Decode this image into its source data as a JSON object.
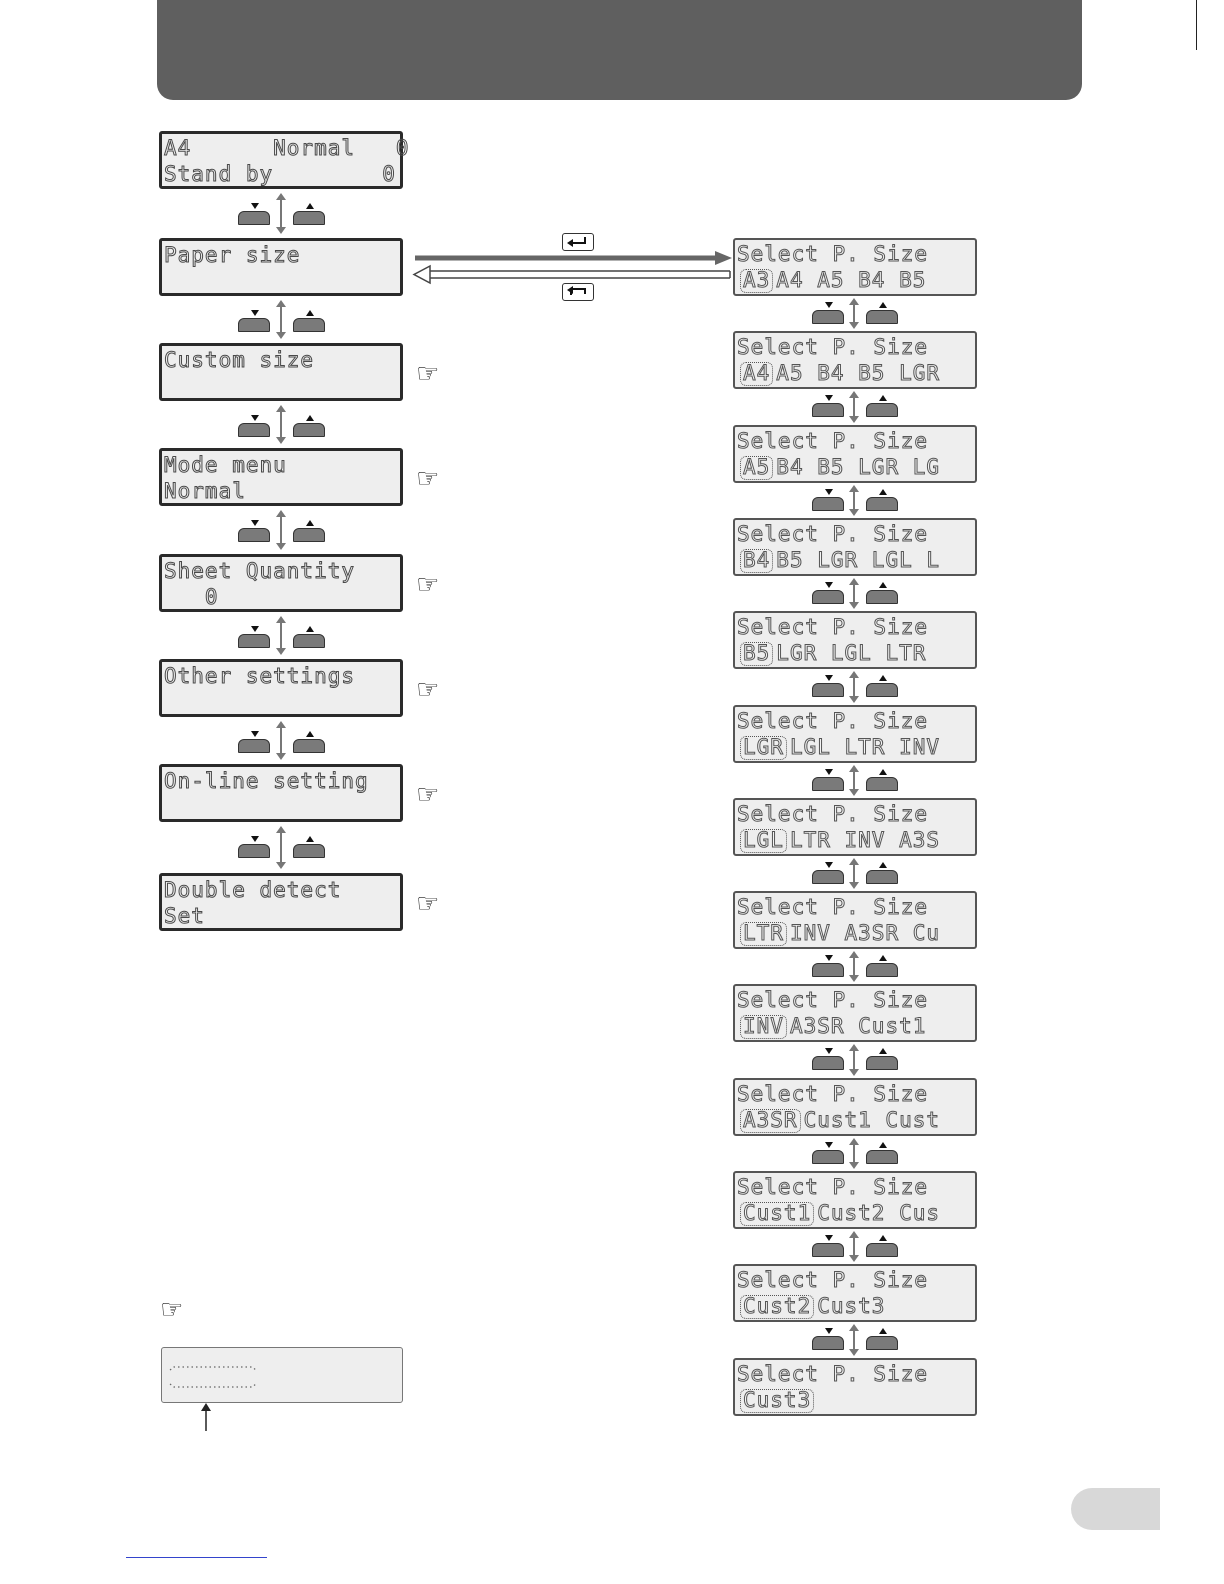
{
  "left_menu": [
    {
      "line1": "A4      Normal   0",
      "line2": "Stand by        0"
    },
    {
      "line1": "Paper size",
      "line2": ""
    },
    {
      "line1": "Custom size",
      "line2": ""
    },
    {
      "line1": "Mode menu",
      "line2": "Normal"
    },
    {
      "line1": "Sheet Quantity",
      "line2": "   0"
    },
    {
      "line1": "Other settings",
      "line2": ""
    },
    {
      "line1": "On-line setting",
      "line2": ""
    },
    {
      "line1": "Double detect",
      "line2": "Set"
    }
  ],
  "right_screens": [
    {
      "title": "Select P. Size",
      "sel": "A3",
      "rest": "A4 A5 B4 B5"
    },
    {
      "title": "Select P. Size",
      "sel": "A4",
      "rest": "A5 B4 B5 LGR"
    },
    {
      "title": "Select P. Size",
      "sel": "A5",
      "rest": "B4 B5 LGR LG"
    },
    {
      "title": "Select P. Size",
      "sel": "B4",
      "rest": "B5 LGR LGL L"
    },
    {
      "title": "Select P. Size",
      "sel": "B5",
      "rest": "LGR LGL LTR"
    },
    {
      "title": "Select P. Size",
      "sel": "LGR",
      "rest": "LGL LTR INV"
    },
    {
      "title": "Select P. Size",
      "sel": "LGL",
      "rest": "LTR INV A3S"
    },
    {
      "title": "Select P. Size",
      "sel": "LTR",
      "rest": "INV A3SR Cu"
    },
    {
      "title": "Select P. Size",
      "sel": "INV",
      "rest": "A3SR Cust1"
    },
    {
      "title": "Select P. Size",
      "sel": "A3SR",
      "rest": "Cust1 Cust"
    },
    {
      "title": "Select P. Size",
      "sel": "Cust1",
      "rest": "Cust2 Cus"
    },
    {
      "title": "Select P. Size",
      "sel": "Cust2",
      "rest": "Cust3"
    },
    {
      "title": "Select P. Size",
      "sel": "Cust3",
      "rest": ""
    }
  ],
  "icons": {
    "pointer": "pointing-hand-icon",
    "enter": "enter-key-icon",
    "back": "back-key-icon",
    "down": "down-key-icon",
    "up": "up-key-icon"
  },
  "colors": {
    "header": "#5f5f5f",
    "lcd_bg": "#eeeeee",
    "connector": "#777777"
  }
}
